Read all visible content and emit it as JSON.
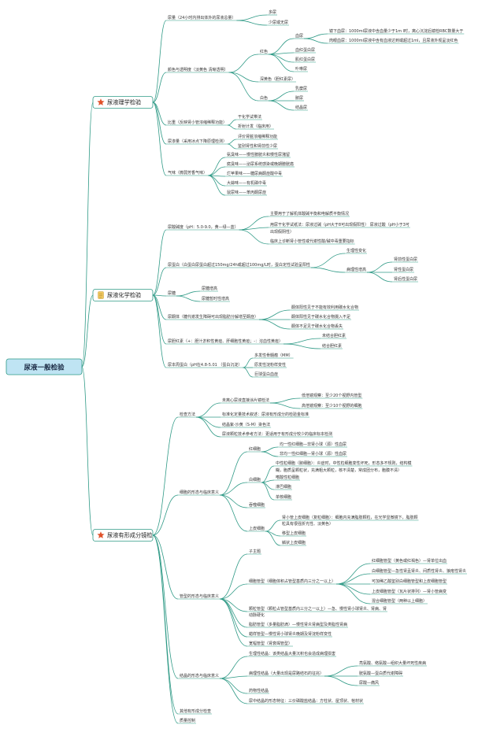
{
  "root": {
    "label": "尿液一般检验"
  },
  "branches": [
    {
      "label": "尿液理学检验",
      "icon": "star-icon"
    },
    {
      "label": "尿液化学检验",
      "icon": "memo-icon"
    },
    {
      "label": "尿液有形成分镜检",
      "icon": "star-icon"
    }
  ],
  "nodes": [
    "尿量（24小时内排出体外的尿液总量）",
    "多尿",
    "少尿或无尿",
    "颜色与透明度（淡黄色 清晰透明）",
    "红色",
    "血尿",
    "镜下血尿：1000ml尿液中含血量少于1m l时，离心沉淀后镜检RBC数量大于",
    "肉眼血尿：1000ml尿液中含有血液达到或超过1ml，且尿液外观呈淡红色",
    "血红蛋白尿",
    "肌红蛋白尿",
    "卟啉尿",
    "深黄色（胆红素尿）",
    "白色",
    "乳糜尿",
    "脓尿",
    "结晶尿",
    "比重（反映肾小管浓缩稀释功能）",
    "干化学试带法",
    "折射计发（临床用）",
    "尿渗量（采用冰点下降原理检测）",
    "评价肾脏浓缩稀释功能",
    "鉴别肾性和肾前性少尿",
    "气味（微弱芳香气味）",
    "氨臭味——慢性膀胱炎和慢性尿潴留",
    "腐臭味——泌尿系统感染或晚期膀胱癌",
    "烂苹果味——糖尿病酮症酸中毒",
    "大蒜味——有机磷中毒",
    "鼠尿味——苯丙酮尿症",
    "尿酸碱度（pH：5.0-9.0，黄—绿—蓝）",
    "主要用于了解机体酸碱平衡和电解质平衡情况",
    "用尿干化学试纸法：尿液过碱（pH大于8可出现假阳性） 尿液过酸（pH小于3可",
    "出现假阴性）",
    "临床上诊断肾小管性或代谢性酸/碱中毒重要指标",
    "尿蛋白（白蛋白尿蛋白超过150mg/24h或超过100mg/L时，蛋白定性试验呈阳性",
    "生理性变化",
    "病理性增高",
    "肾前性蛋白尿",
    "肾性蛋白尿",
    "肾后性蛋白尿",
    "尿糖",
    "尿糖增高",
    "尿糖暂时性增高",
    "尿酮体（糖代谢发生障碍可出现脂肪分解增至酮症）",
    "酮体阳性见于不能有效利用碳水化合物",
    "酮体阳性见于碳水化合物摄入不足",
    "酮体不足见于碳水化合物丢失",
    "尿胆红素（+：胆汁淤积性黄疸、肝细胞性黄疸；-：溶血性黄疸）",
    "未结合胆红素",
    "结合胆红素",
    "尿本周蛋白（pH在4.8-5.01 （蛋白沉淀）",
    "多发性骨髓瘤（MM）",
    "原发性淀粉样变性",
    "巨球蛋白血症",
    "检查方法",
    "未离心尿液直接涂片镜检法",
    "低倍镜观察：至少20个视野内管型",
    "高倍镜观察：至少10个视野的细胞",
    "标准化定量技术叙述：尿液有形成分的检验金标准",
    "结晶紫-沙黄（S-M）染色法",
    "尿液颗粒技术参考方法：更适用于有形成分较少的临床标本检测",
    "细胞的形态与临床意义",
    "红细胞",
    "均一性红细胞—非肾小球（源）性血尿",
    "非均一性红细胞—肾小球（源）性血尿",
    "白细胞",
    "中性粒细胞（脓细胞）：炎症时，中性粒细胞变性坏死，形态多不规则，结构模",
    "糊，胞质呈颗粒状，充满粗大颗粒，核不清楚，常成团分布，胞膜不清）",
    "嗜酸性粒细胞",
    "淋巴细胞",
    "单核细胞",
    "吞噬细胞",
    "上皮细胞",
    "肾小管上皮细胞（复粒细胞）：细胞内充满脂肪颗粒，在光学显微镜下，脂肪颗",
    "粒具有很强折光性、淡黄色）",
    "移型上皮细胞",
    "鳞状上皮细胞",
    "管型的形态与临床意义",
    "子主题",
    "细胞管型（细胞体积占管型基质内三分之一以上）",
    "红细胞管型（黄色或红褐色）—肾单位出血",
    "白细胞管型—急性肾盂肾炎、间质性肾炎、狼疮性肾炎",
    "可加稀乙酸鉴别白细胞管型和上皮细胞管型",
    "上皮细胞管型（瓦片状排列）—肾小管病变",
    "混合细胞管型（两种以上细胞）",
    "颗粒管型（颗粒占管型基质内三分之一以上）—急、慢性肾小球肾炎、肾病、肾",
    "动脉硬化",
    "脂肪管型（多量脂肪滴）—慢性肾炎肾病型及类脂性肾病",
    "蜡样管型—慢性肾小球肾炎晚期及肾淀粉样变性",
    "宽幅管型（肾衰竭管型）",
    "结晶的形态与临床意义",
    "生理性结晶：该类结晶大量沉积也会造成病理损害",
    "病理性结晶（大量出现是尿路结石的征兆）",
    "亮氨酸、络氨酸—组织大量坏死性疾病",
    "胱氨酸—蛋白质代谢障碍",
    "尿酸—痛风",
    "药物性结晶",
    "尿中结晶的形态特征：三价磷酸盐结晶：方柱状、屋顶状、棺材状",
    "其他有形成分检查",
    "质量控制"
  ],
  "colors": {
    "line": "#2f9a86",
    "root_fill": "#bfe4f3",
    "root_text": "#1b2a44",
    "branch_border": "#2f9a86",
    "star": "#e0522b",
    "memo": "#f0c75e"
  }
}
